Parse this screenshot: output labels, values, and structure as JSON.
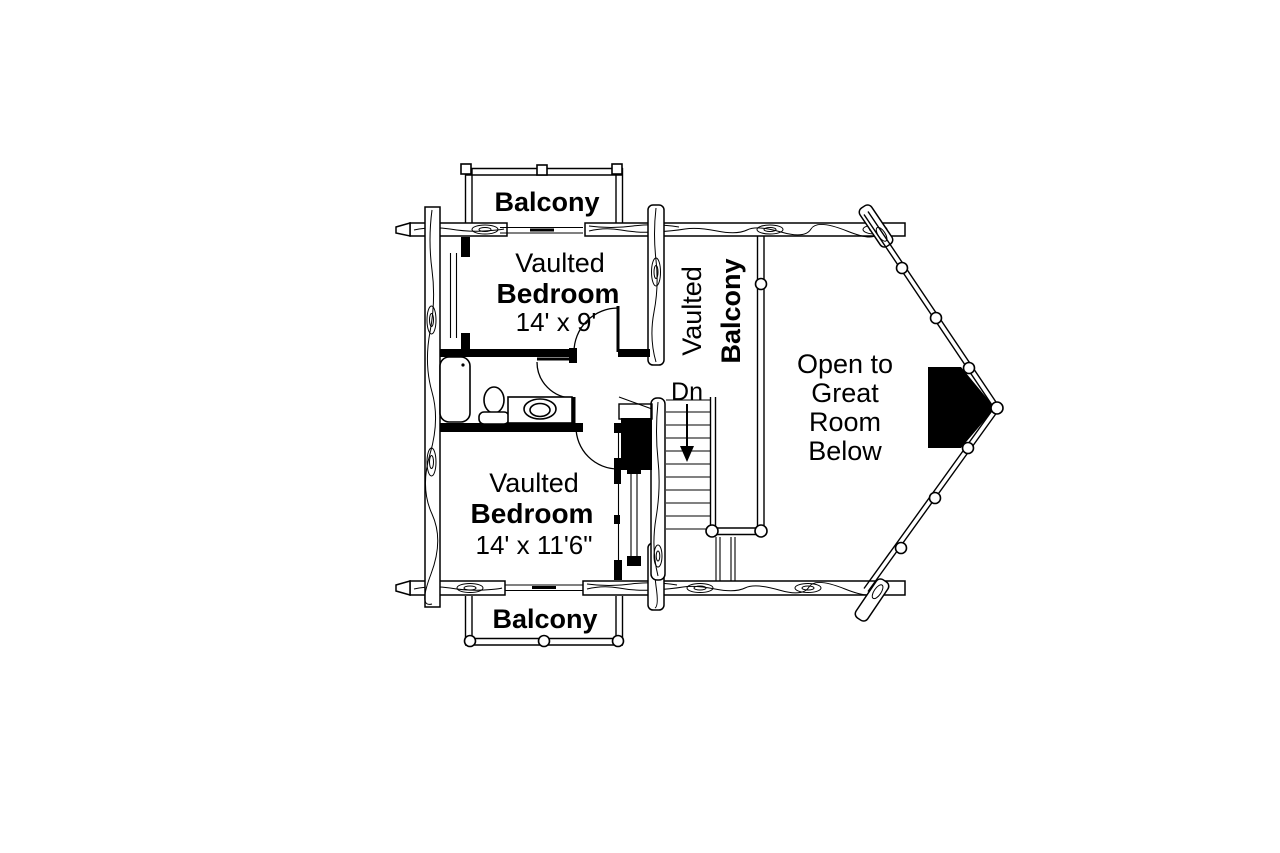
{
  "labels": {
    "top_balcony": "Balcony",
    "bottom_balcony": "Balcony",
    "bedroom_upper": {
      "line1": "Vaulted",
      "line2": "Bedroom",
      "dims": "14' x 9'"
    },
    "bedroom_lower": {
      "line1": "Vaulted",
      "line2": "Bedroom",
      "dims": "14' x 11'6\""
    },
    "vaulted_balcony": {
      "line1": "Vaulted",
      "line2": "Balcony"
    },
    "stair": {
      "down": "Dn"
    },
    "open_below": {
      "line1": "Open to",
      "line2": "Great",
      "line3": "Room",
      "line4": "Below"
    }
  },
  "colors": {
    "ink": "#000000",
    "paper": "#ffffff"
  }
}
